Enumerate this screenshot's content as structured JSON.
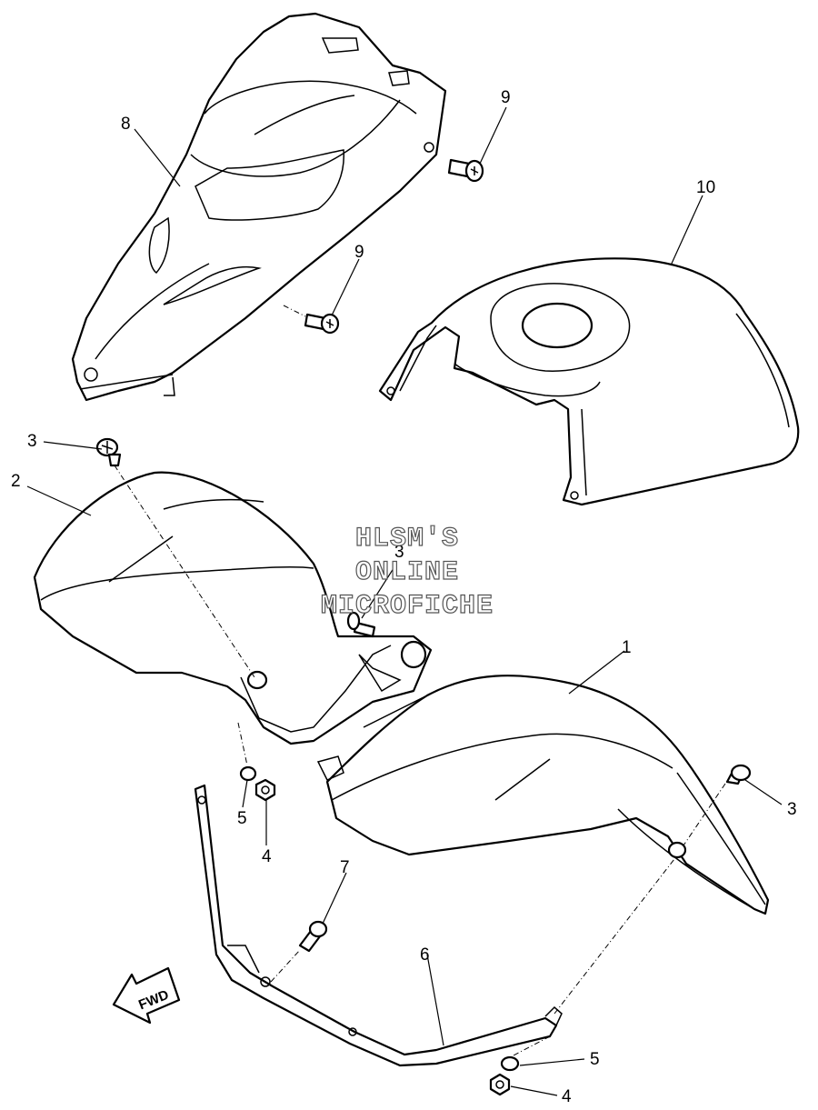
{
  "callouts": [
    "1",
    "2",
    "3",
    "3",
    "3",
    "4",
    "4",
    "5",
    "5",
    "6",
    "7",
    "8",
    "9",
    "9",
    "10"
  ],
  "watermark": [
    "HLSM'S",
    "ONLINE",
    "MICROFICHE"
  ],
  "fwd_label": "FWD"
}
